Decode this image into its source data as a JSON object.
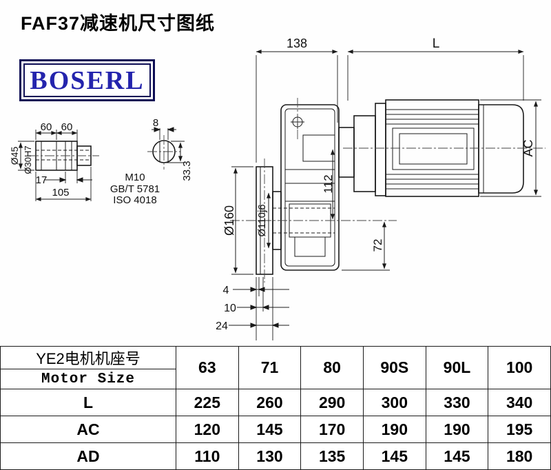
{
  "page": {
    "title": "FAF37减速机尺寸图纸"
  },
  "logo": {
    "text": "BOSERL"
  },
  "drawing": {
    "dim_138": "138",
    "dim_L": "L",
    "dim_AC": "AC",
    "dim_112": "112",
    "dim_72": "72",
    "dim_160": "Ø160",
    "dim_110": "Ø110j6",
    "dim_45": "Ø45",
    "dim_30": "Ø30H7",
    "dim_60_left": "60",
    "dim_60_right": "60",
    "dim_8": "8",
    "dim_17": "17",
    "dim_105": "105",
    "note_m10": "M10",
    "note_gbt": "GB/T 5781",
    "note_iso": "ISO 4018",
    "dim_33_3": "33.3",
    "dim_4": "4",
    "dim_10": "10",
    "dim_24": "24"
  },
  "table": {
    "header": {
      "line1": "YE2电机机座号",
      "line2": "Motor Size"
    },
    "motor_sizes": [
      "63",
      "71",
      "80",
      "90S",
      "90L",
      "100"
    ],
    "rows": [
      {
        "label": "L",
        "values": [
          "225",
          "260",
          "290",
          "300",
          "330",
          "340"
        ]
      },
      {
        "label": "AC",
        "values": [
          "120",
          "145",
          "170",
          "190",
          "190",
          "195"
        ]
      },
      {
        "label": "AD",
        "values": [
          "110",
          "130",
          "135",
          "145",
          "145",
          "180"
        ]
      }
    ]
  }
}
